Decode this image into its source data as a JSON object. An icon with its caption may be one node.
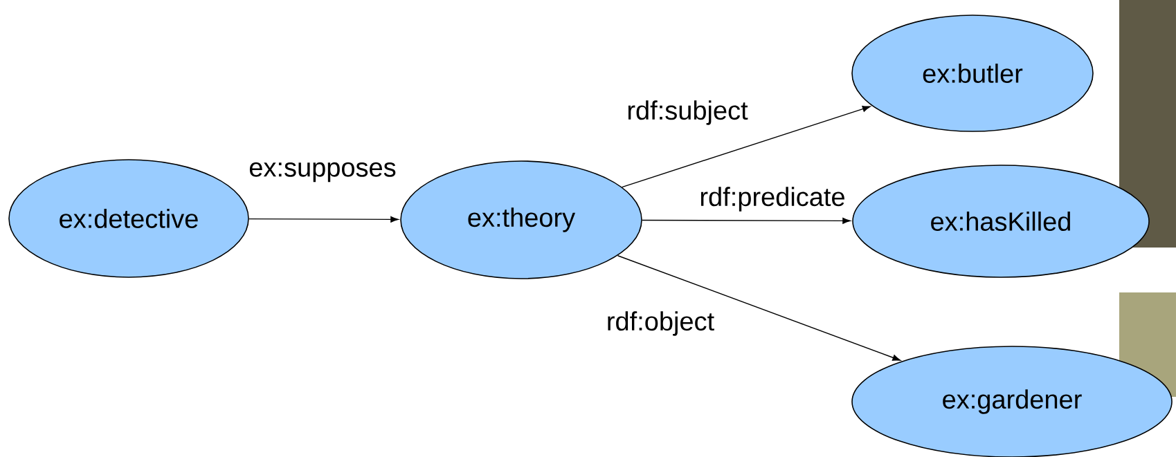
{
  "diagram": {
    "nodes": [
      {
        "text": [
          "ex:detective"
        ]
      },
      {
        "text": [
          "ex:theory"
        ]
      },
      {
        "text": [
          "ex:butler"
        ]
      },
      {
        "text": [
          "ex:hasKilled"
        ]
      },
      {
        "text": [
          "ex:gardener"
        ]
      }
    ],
    "edges": [
      {
        "from": 0,
        "to": 1,
        "arrow": "to",
        "label": "ex:supposes"
      },
      {
        "from": 1,
        "to": 2,
        "arrow": "to",
        "label": "rdf:subject"
      },
      {
        "from": 1,
        "to": 3,
        "arrow": "to",
        "label": "rdf:predicate"
      },
      {
        "from": 1,
        "to": 4,
        "arrow": "to",
        "label": "rdf:object"
      }
    ]
  }
}
